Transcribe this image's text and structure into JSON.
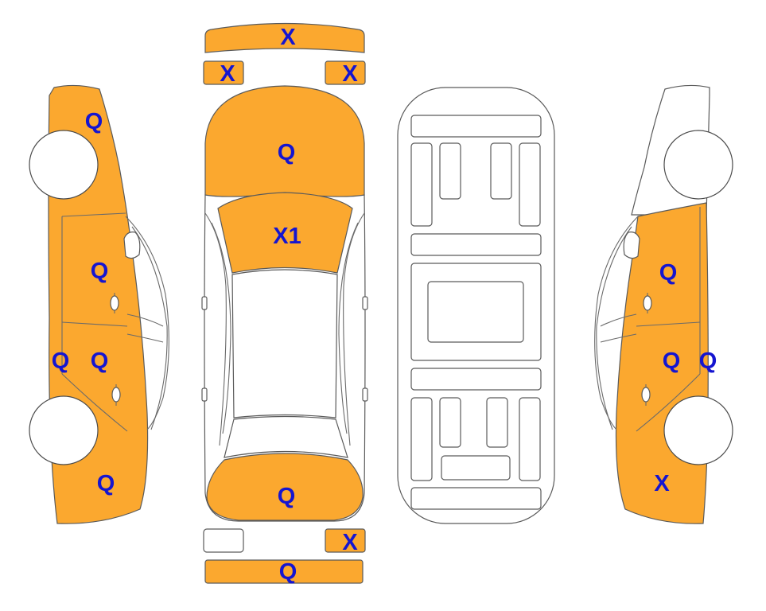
{
  "colors": {
    "damaged_fill": "#FBA82F",
    "outline": "#5a5a5a",
    "code_text": "#1515D0"
  },
  "labels": {
    "front_bumper": "X",
    "headlight_left": "X",
    "headlight_right": "X",
    "hood": "Q",
    "windshield": "X1",
    "trunk": "Q",
    "taillight_right": "X",
    "rear_bumper": "Q",
    "left_front_fender": "Q",
    "left_front_door": "Q",
    "left_rear_door": "Q",
    "left_rocker": "Q",
    "left_rear_quarter": "Q",
    "right_front_door": "Q",
    "right_rear_door": "Q",
    "right_rocker": "Q",
    "right_front_fender": "X"
  }
}
